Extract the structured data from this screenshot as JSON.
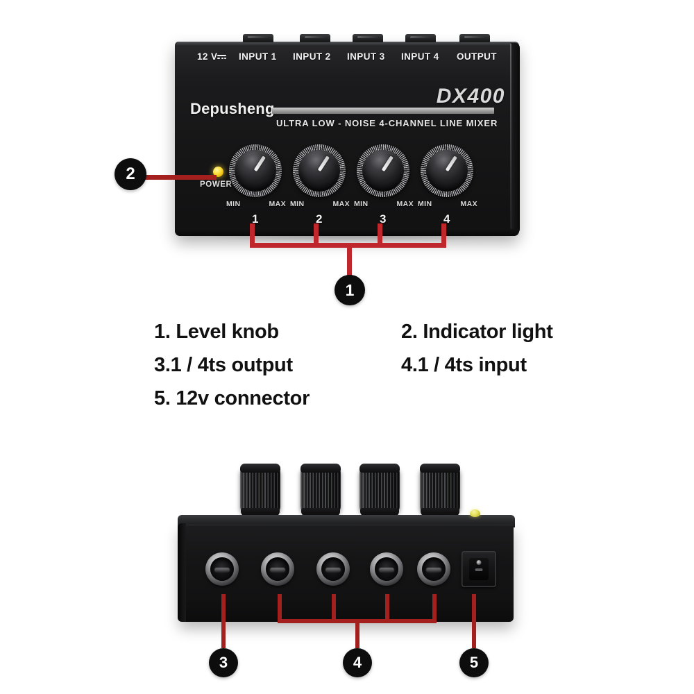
{
  "product": {
    "brand": "Depusheng",
    "model": "DX400",
    "tagline": "ULTRA LOW - NOISE 4-CHANNEL  LINE MIXER",
    "power_label": "POWER",
    "connectors": [
      {
        "label": "12 V",
        "has_dc_symbol": true
      },
      {
        "label": "INPUT 1",
        "has_dc_symbol": false
      },
      {
        "label": "INPUT 2",
        "has_dc_symbol": false
      },
      {
        "label": "INPUT 3",
        "has_dc_symbol": false
      },
      {
        "label": "INPUT 4",
        "has_dc_symbol": false
      },
      {
        "label": "OUTPUT",
        "has_dc_symbol": false
      }
    ],
    "knobs": [
      {
        "channel": "1",
        "min_label": "MIN",
        "max_label": "MAX"
      },
      {
        "channel": "2",
        "min_label": "MIN",
        "max_label": "MAX"
      },
      {
        "channel": "3",
        "min_label": "MIN",
        "max_label": "MAX"
      },
      {
        "channel": "4",
        "min_label": "MIN",
        "max_label": "MAX"
      }
    ]
  },
  "callouts": {
    "badges": [
      {
        "id": "1",
        "number": "1"
      },
      {
        "id": "2",
        "number": "2"
      },
      {
        "id": "3",
        "number": "3"
      },
      {
        "id": "4",
        "number": "4"
      },
      {
        "id": "5",
        "number": "5"
      }
    ],
    "legend": [
      {
        "number": "1",
        "text": "1. Level knob"
      },
      {
        "number": "2",
        "text": "2. Indicator light"
      },
      {
        "number": "3",
        "text": "3.1 / 4ts output"
      },
      {
        "number": "4",
        "text": "4.1 / 4ts input"
      },
      {
        "number": "5",
        "text": "5. 12v connector"
      }
    ]
  },
  "colors": {
    "callout_line": "#a3201f",
    "callout_line_bright": "#c0272d",
    "badge_fill": "#0d0d0d",
    "badge_text": "#ffffff",
    "led_yellow": "#ffe13d",
    "background": "#ffffff",
    "text": "#111111"
  }
}
